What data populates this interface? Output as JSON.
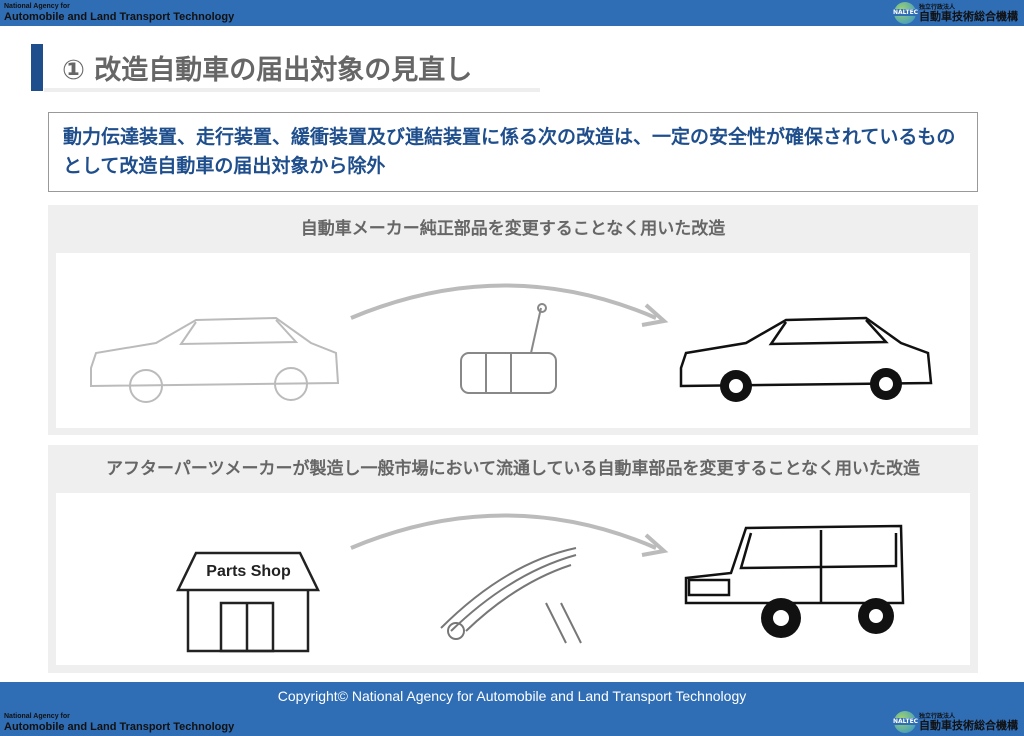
{
  "header": {
    "org_small": "National Agency for",
    "org_large": "Automobile and Land Transport Technology",
    "logo_small": "独立行政法人",
    "logo_large": "自動車技術総合機構",
    "logo_badge": "NALTEC"
  },
  "title": "① 改造自動車の届出対象の見直し",
  "lead": "動力伝達装置、走行装置、緩衝装置及び連結装置に係る次の改造は、一定の安全性が確保されているものとして改造自動車の届出対象から除外",
  "sections": [
    {
      "heading": "自動車メーカー純正部品を変更することなく用いた改造"
    },
    {
      "heading": "アフターパーツメーカーが製造し一般市場において流通している自動車部品を変更することなく用いた改造",
      "shop_sign": "Parts Shop"
    }
  ],
  "footer": {
    "copyright": "Copyright© National Agency for Automobile and Land Transport Technology"
  },
  "colors": {
    "bar": "#2f6db5",
    "accent": "#1f4e8c"
  }
}
